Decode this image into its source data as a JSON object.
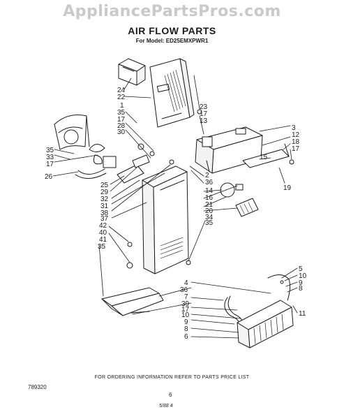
{
  "watermark": "AppliancePartsPros.com",
  "title": "AIR FLOW PARTS",
  "subtitle": "For Model: ED25EMXPWR1",
  "ordering_note": "FOR ORDERING INFORMATION REFER TO PARTS PRICE LIST",
  "doc_number": "789320",
  "page_number": "6",
  "footer_mark": "5/88 4",
  "callouts": [
    {
      "label": "24"
    },
    {
      "label": "22"
    },
    {
      "label": "1"
    },
    {
      "label": "35"
    },
    {
      "label": "17"
    },
    {
      "label": "28"
    },
    {
      "label": "30"
    },
    {
      "label": "23"
    },
    {
      "label": "17"
    },
    {
      "label": "13"
    },
    {
      "label": "35"
    },
    {
      "label": "33"
    },
    {
      "label": "17"
    },
    {
      "label": "26"
    },
    {
      "label": "25"
    },
    {
      "label": "29"
    },
    {
      "label": "32"
    },
    {
      "label": "31"
    },
    {
      "label": "38"
    },
    {
      "label": "37"
    },
    {
      "label": "42"
    },
    {
      "label": "40"
    },
    {
      "label": "41"
    },
    {
      "label": "35"
    },
    {
      "label": "3"
    },
    {
      "label": "12"
    },
    {
      "label": "18"
    },
    {
      "label": "17"
    },
    {
      "label": "15"
    },
    {
      "label": "19"
    },
    {
      "label": "2"
    },
    {
      "label": "36"
    },
    {
      "label": "14"
    },
    {
      "label": "16"
    },
    {
      "label": "21"
    },
    {
      "label": "20"
    },
    {
      "label": "34"
    },
    {
      "label": "35"
    },
    {
      "label": "4"
    },
    {
      "label": "36"
    },
    {
      "label": "7"
    },
    {
      "label": "39"
    },
    {
      "label": "17"
    },
    {
      "label": "10"
    },
    {
      "label": "9"
    },
    {
      "label": "8"
    },
    {
      "label": "6"
    },
    {
      "label": "5"
    },
    {
      "label": "10"
    },
    {
      "label": "9"
    },
    {
      "label": "8"
    },
    {
      "label": "11"
    }
  ]
}
